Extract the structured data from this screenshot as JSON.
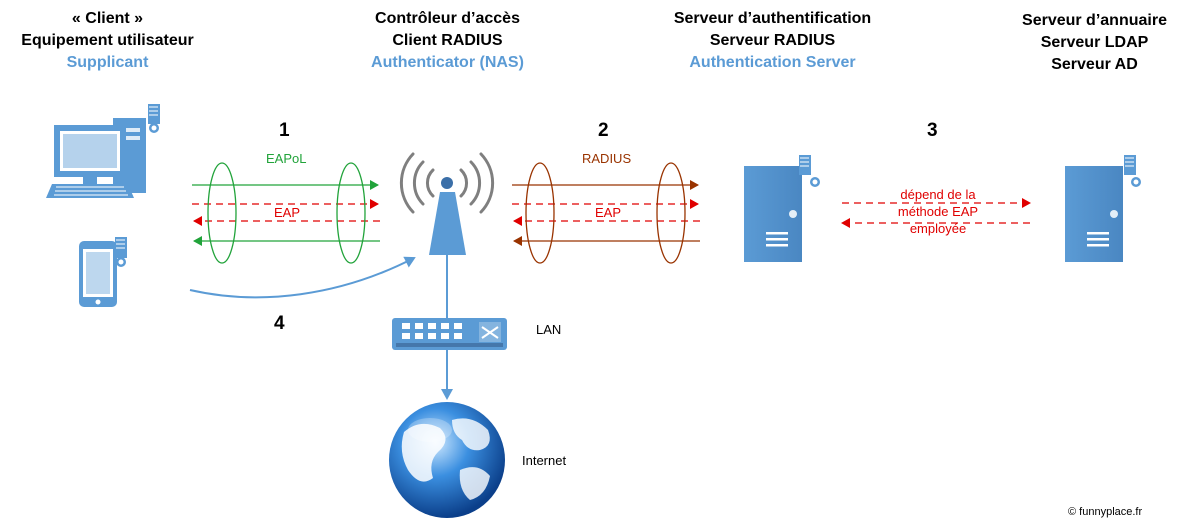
{
  "columns": {
    "client": {
      "line1": "« Client »",
      "line2": "Equipement utilisateur",
      "role": "Supplicant"
    },
    "nas": {
      "line1": "Contrôleur d’accès",
      "line2": "Client RADIUS",
      "role": "Authenticator (NAS)"
    },
    "auth_server": {
      "line1": "Serveur d’authentification",
      "line2": "Serveur RADIUS",
      "role": "Authentication Server"
    },
    "directory": {
      "line1": "Serveur d’annuaire",
      "line2": "Serveur LDAP",
      "line3": "Serveur AD"
    }
  },
  "steps": {
    "step1": "1",
    "step2": "2",
    "step3": "3",
    "step4": "4"
  },
  "links": {
    "eapol": "EAPoL",
    "eap_left": "EAP",
    "radius": "RADIUS",
    "eap_right": "EAP",
    "depends_line1": "dépend de la",
    "depends_line2": "méthode EAP",
    "depends_line3": "employée"
  },
  "network": {
    "lan": "LAN",
    "internet": "Internet"
  },
  "copyright": "© funnyplace.fr",
  "colors": {
    "accent_blue": "#5b9bd5",
    "eapol_green": "#21a33a",
    "radius_brown": "#993300",
    "eap_red": "#e00000"
  }
}
